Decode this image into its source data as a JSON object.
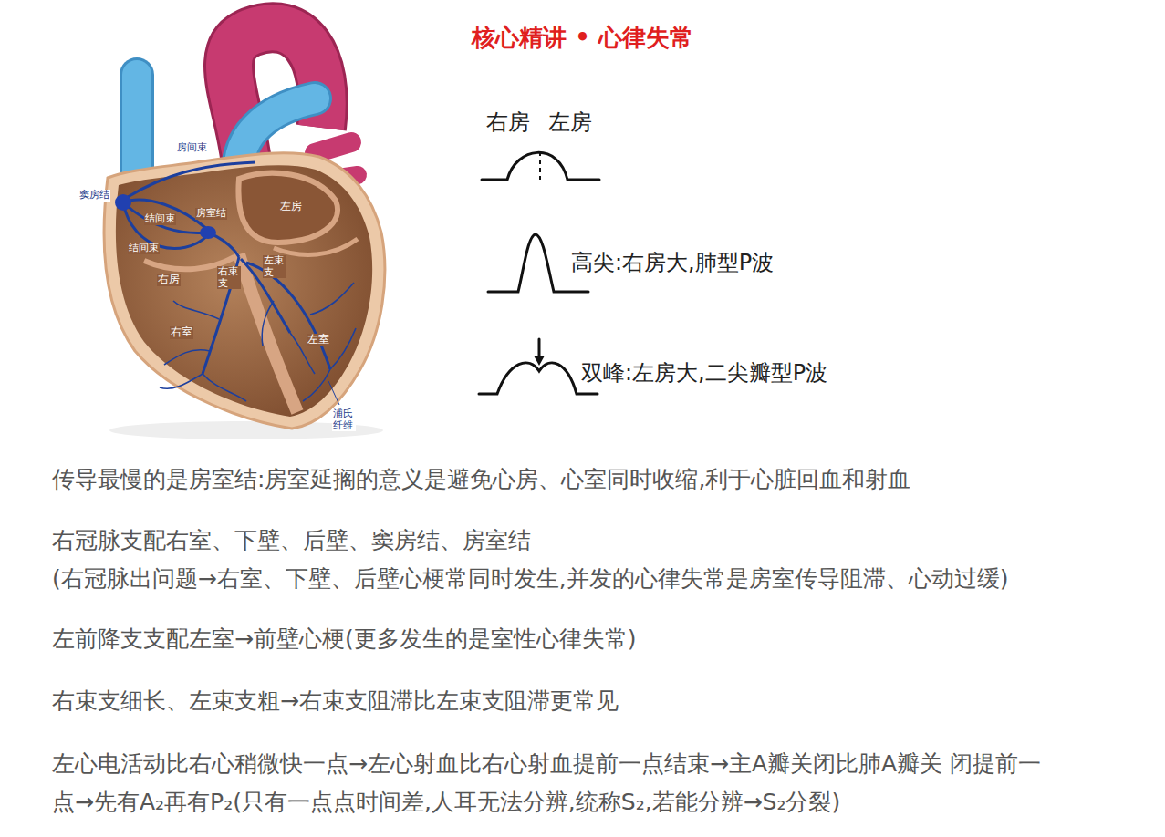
{
  "diagram": {
    "title": "核心精讲 • 心律失常",
    "labels": [
      "房间束",
      "窦房结",
      "结间束",
      "房室结",
      "结间束",
      "左房",
      "右房",
      "右束 支",
      "左束 支",
      "右室",
      "左室",
      "浦氏 纤维",
      "右房",
      "左房",
      "高尖:右房大,肺型P波",
      "双峰:左房大,二尖瓣型P波",
      "传导最慢的是房室结:房室延搁的意义是避免心房、心室同时收缩,利于心脏回血和射血",
      "右冠脉支配右室、下壁、后壁、窦房结、房室结",
      "(右冠脉出问题→右室、下壁、后壁心梗常同时发生,并发的心律失常是房室传导阻滞、心动过缓)",
      "左前降支支配左室→前壁心梗(更多发生的是室性心律失常)",
      "右束支细长、左束支粗→右束支阻滞比左束支阻滞更常见",
      "左心电活动比右心稍微快一点→左心射血比右心射血提前一点结束→主A瓣关闭比肺A瓣关 闭提前一点→先有A₂再有P₂(只有一点点时间差,人耳无法分辨,统称S₂,若能分辨→S₂分裂)"
    ]
  }
}
